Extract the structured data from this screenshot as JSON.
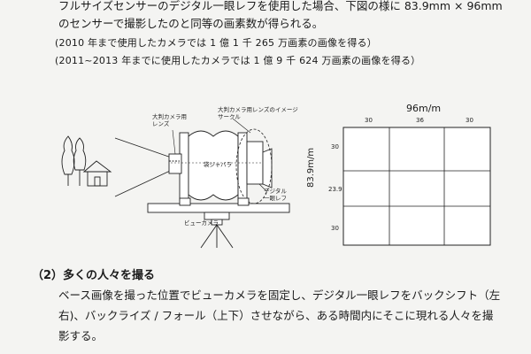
{
  "intro": {
    "line1": "フルサイズセンサーのデジタル一眼レフを使用した場合、下図の様に 83.9mm × 96mm",
    "line2": "のセンサーで撮影したのと同等の画素数が得られる。",
    "note1": "(2010 年まで使用したカメラでは 1 億 1 千 265 万画素の画像を得る）",
    "note2": "(2011~2013 年までに使用したカメラでは 1 億 9 千 624 万画素の画像を得る）"
  },
  "diagram": {
    "lens_label": "大判カメラ用\nレンズ",
    "image_circle_label": "大判カメラ用レンズのイメージ\nサークル",
    "bellows_label": "袋ジャバラ",
    "dslr_label": "デジタル\n一眼レフ",
    "view_camera_label": "ビューカメラ"
  },
  "grid": {
    "title": "96m/m",
    "side_title": "83.9m/m",
    "top_labels": [
      "30",
      "36",
      "30"
    ],
    "left_labels": [
      "30",
      "23.9",
      "30"
    ]
  },
  "section": {
    "title": "（2）多くの人々を撮る",
    "para1": "ベース画像を撮った位置でビューカメラを固定し、デジタル一眼レフをバックシフト（左",
    "para2": "右)、バックライズ / フォール（上下）させながら、ある時間内にそこに現れる人々を撮",
    "para3": "影する。"
  }
}
